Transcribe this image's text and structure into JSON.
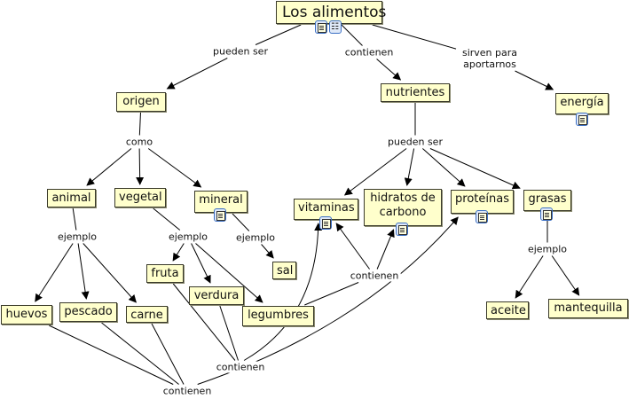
{
  "diagram": {
    "type": "concept-map",
    "nodes": [
      {
        "id": "alimentos",
        "label": "Los alimentos",
        "icons": [
          "document-icon",
          "submap-icon"
        ]
      },
      {
        "id": "origen",
        "label": "origen",
        "icons": []
      },
      {
        "id": "nutrientes",
        "label": "nutrientes",
        "icons": []
      },
      {
        "id": "energia",
        "label": "energía",
        "icons": [
          "document-icon"
        ]
      },
      {
        "id": "animal",
        "label": "animal",
        "icons": []
      },
      {
        "id": "vegetal",
        "label": "vegetal",
        "icons": []
      },
      {
        "id": "mineral",
        "label": "mineral",
        "icons": [
          "document-icon"
        ]
      },
      {
        "id": "vitaminas",
        "label": "vitaminas",
        "icons": [
          "document-icon"
        ]
      },
      {
        "id": "hidratos",
        "label": "hidratos de carbono",
        "icons": [
          "document-icon"
        ]
      },
      {
        "id": "proteinas",
        "label": "proteínas",
        "icons": [
          "document-icon"
        ]
      },
      {
        "id": "grasas",
        "label": "grasas",
        "icons": [
          "document-icon"
        ]
      },
      {
        "id": "fruta",
        "label": "fruta",
        "icons": []
      },
      {
        "id": "verdura",
        "label": "verdura",
        "icons": []
      },
      {
        "id": "legumbres",
        "label": "legumbres",
        "icons": []
      },
      {
        "id": "sal",
        "label": "sal",
        "icons": []
      },
      {
        "id": "huevos",
        "label": "huevos",
        "icons": []
      },
      {
        "id": "pescado",
        "label": "pescado",
        "icons": []
      },
      {
        "id": "carne",
        "label": "carne",
        "icons": []
      },
      {
        "id": "aceite",
        "label": "aceite",
        "icons": []
      },
      {
        "id": "mantequilla",
        "label": "mantequilla",
        "icons": []
      }
    ],
    "linking_phrases": [
      {
        "id": "l_pueden1",
        "label": "pueden ser"
      },
      {
        "id": "l_contienen_top",
        "label": "contienen"
      },
      {
        "id": "l_sirven",
        "label": "sirven para aportarnos"
      },
      {
        "id": "l_como",
        "label": "como"
      },
      {
        "id": "l_pueden2",
        "label": "pueden ser"
      },
      {
        "id": "l_ej_animal",
        "label": "ejemplo"
      },
      {
        "id": "l_ej_vegetal",
        "label": "ejemplo"
      },
      {
        "id": "l_ej_mineral",
        "label": "ejemplo"
      },
      {
        "id": "l_ej_grasas",
        "label": "ejemplo"
      },
      {
        "id": "l_contienen_mid",
        "label": "contienen"
      },
      {
        "id": "l_contienen_low",
        "label": "contienen"
      },
      {
        "id": "l_contienen_bottom",
        "label": "contienen"
      }
    ],
    "connections": [
      {
        "from": "alimentos",
        "to": "l_pueden1"
      },
      {
        "from": "l_pueden1",
        "to": "origen",
        "arrow": true
      },
      {
        "from": "alimentos",
        "to": "l_contienen_top"
      },
      {
        "from": "l_contienen_top",
        "to": "nutrientes",
        "arrow": true
      },
      {
        "from": "alimentos",
        "to": "l_sirven"
      },
      {
        "from": "l_sirven",
        "to": "energia",
        "arrow": true
      },
      {
        "from": "origen",
        "to": "l_como"
      },
      {
        "from": "l_como",
        "to": "animal",
        "arrow": true
      },
      {
        "from": "l_como",
        "to": "vegetal",
        "arrow": true
      },
      {
        "from": "l_como",
        "to": "mineral",
        "arrow": true
      },
      {
        "from": "nutrientes",
        "to": "l_pueden2"
      },
      {
        "from": "l_pueden2",
        "to": "vitaminas",
        "arrow": true
      },
      {
        "from": "l_pueden2",
        "to": "hidratos",
        "arrow": true
      },
      {
        "from": "l_pueden2",
        "to": "proteinas",
        "arrow": true
      },
      {
        "from": "l_pueden2",
        "to": "grasas",
        "arrow": true
      },
      {
        "from": "animal",
        "to": "l_ej_animal"
      },
      {
        "from": "l_ej_animal",
        "to": "huevos",
        "arrow": true
      },
      {
        "from": "l_ej_animal",
        "to": "pescado",
        "arrow": true
      },
      {
        "from": "l_ej_animal",
        "to": "carne",
        "arrow": true
      },
      {
        "from": "vegetal",
        "to": "l_ej_vegetal"
      },
      {
        "from": "l_ej_vegetal",
        "to": "fruta",
        "arrow": true
      },
      {
        "from": "l_ej_vegetal",
        "to": "verdura",
        "arrow": true
      },
      {
        "from": "l_ej_vegetal",
        "to": "legumbres",
        "arrow": true
      },
      {
        "from": "mineral",
        "to": "l_ej_mineral"
      },
      {
        "from": "l_ej_mineral",
        "to": "sal",
        "arrow": true
      },
      {
        "from": "grasas",
        "to": "l_ej_grasas"
      },
      {
        "from": "l_ej_grasas",
        "to": "aceite",
        "arrow": true
      },
      {
        "from": "l_ej_grasas",
        "to": "mantequilla",
        "arrow": true
      },
      {
        "from": "legumbres",
        "to": "l_contienen_mid"
      },
      {
        "from": "l_contienen_mid",
        "to": "vitaminas",
        "arrow": true
      },
      {
        "from": "l_contienen_mid",
        "to": "hidratos",
        "arrow": true
      },
      {
        "from": "fruta",
        "to": "l_contienen_low"
      },
      {
        "from": "verdura",
        "to": "l_contienen_low"
      },
      {
        "from": "l_contienen_low",
        "to": "vitaminas",
        "arrow": true,
        "curved": true
      },
      {
        "from": "huevos",
        "to": "l_contienen_bottom"
      },
      {
        "from": "pescado",
        "to": "l_contienen_bottom"
      },
      {
        "from": "carne",
        "to": "l_contienen_bottom"
      },
      {
        "from": "l_contienen_bottom",
        "to": "proteinas",
        "arrow": true,
        "curved": true
      }
    ]
  }
}
